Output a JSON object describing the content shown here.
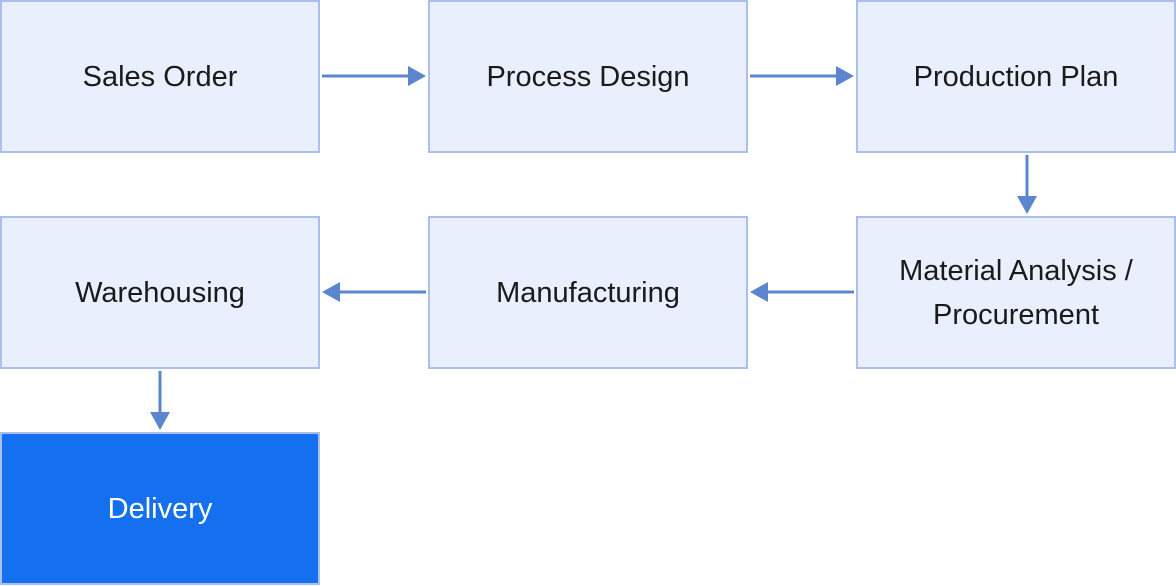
{
  "diagram": {
    "nodes": [
      {
        "id": "sales-order",
        "label": "Sales Order"
      },
      {
        "id": "process-design",
        "label": "Process Design"
      },
      {
        "id": "production-plan",
        "label": "Production Plan"
      },
      {
        "id": "material-analysis",
        "label": "Material Analysis /\nProcurement"
      },
      {
        "id": "manufacturing",
        "label": "Manufacturing"
      },
      {
        "id": "warehousing",
        "label": "Warehousing"
      },
      {
        "id": "delivery",
        "label": "Delivery"
      }
    ],
    "edges": [
      {
        "from": "sales-order",
        "to": "process-design"
      },
      {
        "from": "process-design",
        "to": "production-plan"
      },
      {
        "from": "production-plan",
        "to": "material-analysis"
      },
      {
        "from": "material-analysis",
        "to": "manufacturing"
      },
      {
        "from": "manufacturing",
        "to": "warehousing"
      },
      {
        "from": "warehousing",
        "to": "delivery"
      }
    ],
    "colors": {
      "node_fill": "#e9effc",
      "node_border": "#a9c0ef",
      "highlight_fill": "#1470ef",
      "arrow": "#5b86cf"
    }
  }
}
